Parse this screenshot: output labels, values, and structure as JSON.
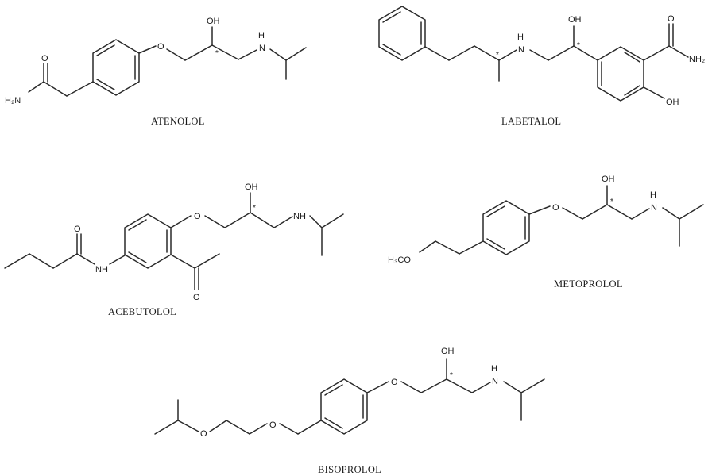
{
  "molecules": [
    {
      "key": "atenolol",
      "name": "ATENOLOL",
      "labels": {
        "amide_n": "H₂N",
        "amide_o": "O",
        "ether_o": "O",
        "oh": "OH",
        "nh": "N",
        "nh_h": "H",
        "star": "*"
      }
    },
    {
      "key": "labetalol",
      "name": "LABETALOL",
      "labels": {
        "nh": "N",
        "nh_h": "H",
        "oh1": "OH",
        "star1": "*",
        "star2": "*",
        "amide_o": "O",
        "amide_n": "NH₂",
        "oh2": "OH"
      }
    },
    {
      "key": "acebutolol",
      "name": "ACEBUTOLOL",
      "labels": {
        "amide_o": "O",
        "amide_n": "NH",
        "ether_o": "O",
        "oh": "OH",
        "star": "*",
        "nh": "NH",
        "acetyl_o": "O"
      }
    },
    {
      "key": "metoprolol",
      "name": "METOPROLOL",
      "labels": {
        "methoxy": "H₃CO",
        "ether_o": "O",
        "oh": "OH",
        "star": "*",
        "nh": "N",
        "nh_h": "H"
      }
    },
    {
      "key": "bisoprolol",
      "name": "BISOPROLOL",
      "labels": {
        "o1": "O",
        "o2": "O",
        "ether_o": "O",
        "oh": "OH",
        "star": "*",
        "nh": "N",
        "nh_h": "H"
      }
    }
  ]
}
